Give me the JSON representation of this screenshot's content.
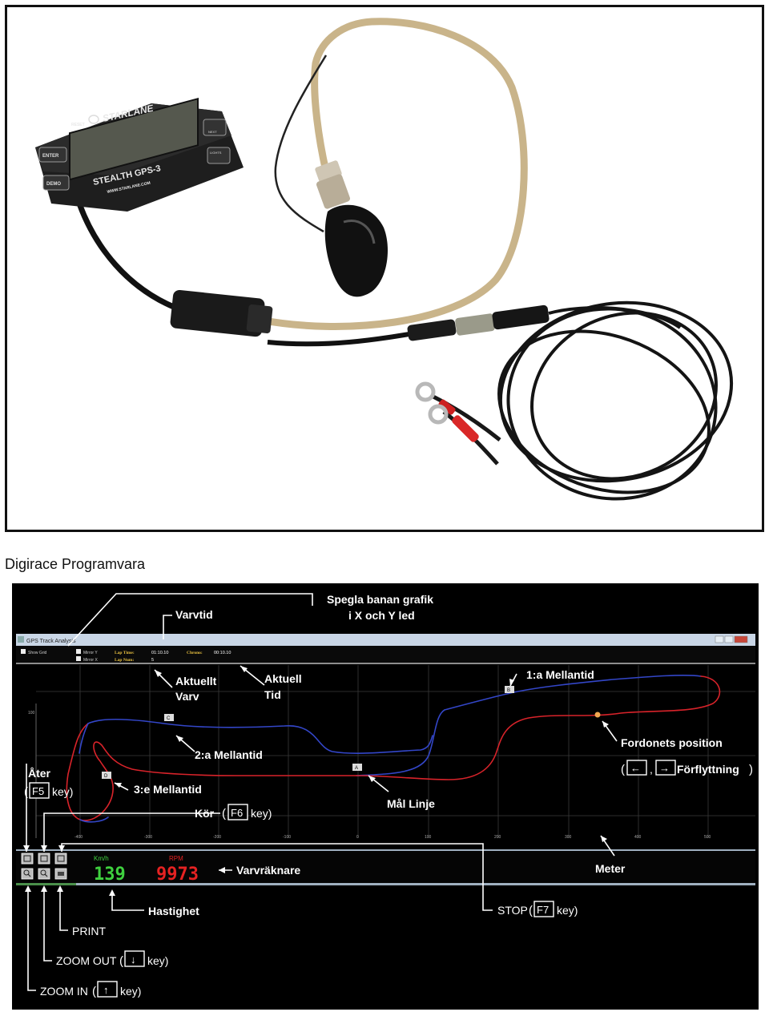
{
  "device": {
    "brand": "STARLANE",
    "model": "STEALTH GPS-3",
    "website": "WWW.STARLANE.COM",
    "buttons": [
      "ENTER",
      "DEMO",
      "NEXT",
      "LIGHTS"
    ],
    "reset_label": "RESET"
  },
  "caption": "Digirace Programvara",
  "window": {
    "title": "GPS Track Analysis",
    "show_grid": "Show Grid",
    "mirror_y": "Mirror Y",
    "mirror_x": "Mirror X",
    "lap_time_label": "Lap Time:",
    "lap_time_value": "01:10.10",
    "lap_num_label": "Lap Num:",
    "lap_num_value": "5",
    "chrono_label": "Chrono:",
    "chrono_value": "00:10.10"
  },
  "annotations": {
    "spegla": "Spegla banan grafik",
    "spegla2": "i X och Y led",
    "varvtid": "Varvtid",
    "aktuellt_varv1": "Aktuellt",
    "aktuellt_varv2": "Varv",
    "aktuell_tid1": "Aktuell",
    "aktuell_tid2": "Tid",
    "mellantid1": "1:a Mellantid",
    "mellantid2": "2:a Mellantid",
    "mellantid3": "3:e Mellantid",
    "fordonets": "Fordonets position",
    "forflyttning": "Förflyttning",
    "forflyttning_open": "(",
    "forflyttning_comma": ",",
    "forflyttning_close": ")",
    "ater": "Åter",
    "ater_key": "F5",
    "ater_suffix": "key)",
    "ater_prefix": "(",
    "kor": "Kör",
    "kor_key": "F6",
    "kor_suffix": "key)",
    "kor_prefix": "(",
    "mal_linje": "Mål Linje",
    "meter": "Meter",
    "varvraknare": "Varvräknare",
    "hastighet": "Hastighet",
    "stop": "STOP",
    "stop_key": "F7",
    "stop_suffix": "key)",
    "stop_prefix": "(",
    "print": "PRINT",
    "zoom_out": "ZOOM OUT",
    "zoom_out_suffix": "key)",
    "zoom_out_prefix": "(",
    "zoom_in": "ZOOM IN",
    "zoom_in_suffix": "key)",
    "zoom_in_prefix": "("
  },
  "markers": [
    "A",
    "B",
    "C",
    "D"
  ],
  "gauges": {
    "speed_label": "Km/h",
    "speed_value": "139",
    "rpm_label": "RPM",
    "rpm_value": "9973"
  },
  "axis": {
    "y_tick": "100",
    "x_ticks": [
      "-400",
      "-300",
      "-200",
      "-100",
      "0",
      "100",
      "200",
      "300",
      "400",
      "500"
    ]
  },
  "colors": {
    "track_blue": "#3346c8",
    "track_red": "#d8232a",
    "speed_green": "#3fd13f",
    "rpm_red": "#e52222",
    "vehicle_dot": "#f2a850"
  }
}
